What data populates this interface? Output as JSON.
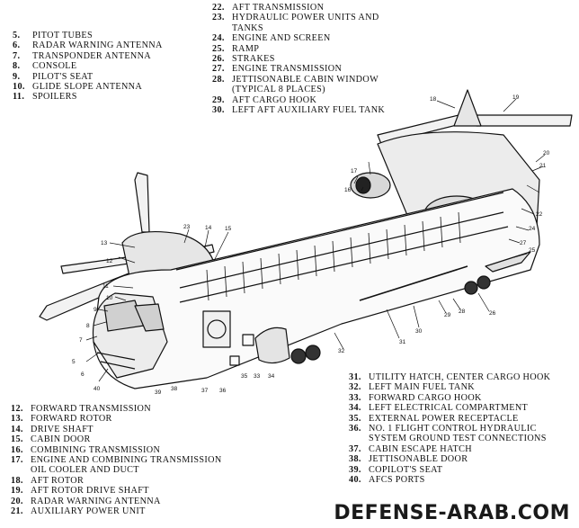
{
  "legend_top_left": [
    {
      "num": "5.",
      "text": "PITOT TUBES"
    },
    {
      "num": "6.",
      "text": "RADAR WARNING ANTENNA"
    },
    {
      "num": "7.",
      "text": "TRANSPONDER ANTENNA"
    },
    {
      "num": "8.",
      "text": "CONSOLE"
    },
    {
      "num": "9.",
      "text": "PILOT'S SEAT"
    },
    {
      "num": "10.",
      "text": "GLIDE SLOPE ANTENNA"
    },
    {
      "num": "11.",
      "text": "SPOILERS"
    }
  ],
  "legend_top_center": [
    {
      "num": "22.",
      "text": "AFT TRANSMISSION"
    },
    {
      "num": "23.",
      "text": "HYDRAULIC POWER UNITS AND",
      "cont": "TANKS"
    },
    {
      "num": "24.",
      "text": "ENGINE AND SCREEN"
    },
    {
      "num": "25.",
      "text": "RAMP"
    },
    {
      "num": "26.",
      "text": "STRAKES"
    },
    {
      "num": "27.",
      "text": "ENGINE TRANSMISSION"
    },
    {
      "num": "28.",
      "text": "JETTISONABLE CABIN WINDOW",
      "cont": "(TYPICAL 8 PLACES)"
    },
    {
      "num": "29.",
      "text": "AFT CARGO HOOK"
    },
    {
      "num": "30.",
      "text": "LEFT AFT AUXILIARY FUEL TANK"
    }
  ],
  "legend_bottom_right": [
    {
      "num": "31.",
      "text": "UTILITY HATCH, CENTER CARGO HOOK"
    },
    {
      "num": "32.",
      "text": "LEFT MAIN FUEL TANK"
    },
    {
      "num": "33.",
      "text": "FORWARD CARGO HOOK"
    },
    {
      "num": "34.",
      "text": "LEFT ELECTRICAL COMPARTMENT"
    },
    {
      "num": "35.",
      "text": "EXTERNAL POWER RECEPTACLE"
    },
    {
      "num": "36.",
      "text": "NO. 1 FLIGHT CONTROL HYDRAULIC",
      "cont": "SYSTEM GROUND TEST CONNECTIONS"
    },
    {
      "num": "37.",
      "text": "CABIN ESCAPE HATCH"
    },
    {
      "num": "38.",
      "text": "JETTISONABLE DOOR"
    },
    {
      "num": "39.",
      "text": "COPILOT'S SEAT"
    },
    {
      "num": "40.",
      "text": "AFCS PORTS"
    }
  ],
  "legend_bottom_left": [
    {
      "num": "12.",
      "text": "FORWARD TRANSMISSION"
    },
    {
      "num": "13.",
      "text": "FORWARD ROTOR"
    },
    {
      "num": "14.",
      "text": "DRIVE SHAFT"
    },
    {
      "num": "15.",
      "text": "CABIN DOOR"
    },
    {
      "num": "16.",
      "text": "COMBINING TRANSMISSION"
    },
    {
      "num": "17.",
      "text": "ENGINE AND COMBINING TRANSMISSION",
      "cont": "OIL COOLER AND DUCT"
    },
    {
      "num": "18.",
      "text": "AFT ROTOR"
    },
    {
      "num": "19.",
      "text": "AFT ROTOR DRIVE SHAFT"
    },
    {
      "num": "20.",
      "text": "RADAR WARNING ANTENNA"
    },
    {
      "num": "21.",
      "text": "AUXILIARY POWER UNIT"
    }
  ],
  "callouts": [
    "13",
    "23",
    "14",
    "15",
    "12",
    "11",
    "10",
    "9",
    "8",
    "7",
    "6",
    "5",
    "40",
    "39",
    "38",
    "37",
    "36",
    "35",
    "33",
    "34",
    "32",
    "31",
    "30",
    "29",
    "28",
    "26",
    "25",
    "27",
    "24",
    "22",
    "21",
    "20",
    "19",
    "18",
    "17",
    "16"
  ],
  "watermark": "DEFENSE-ARAB.COM"
}
